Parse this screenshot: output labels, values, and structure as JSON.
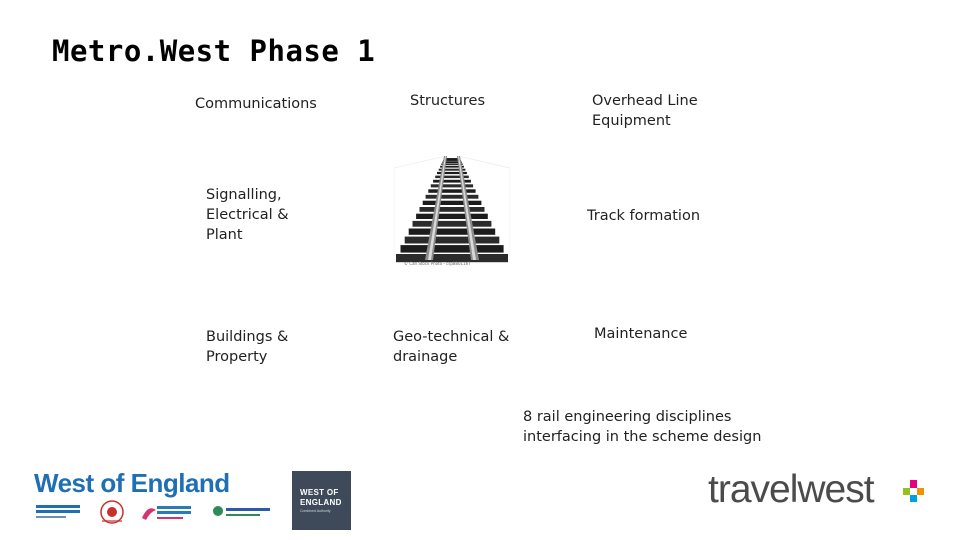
{
  "slide": {
    "title": "Metro.West Phase 1"
  },
  "disciplines": {
    "communications": "Communications",
    "structures": "Structures",
    "overhead_line": "Overhead Line Equipment",
    "signalling": "Signalling, Electrical & Plant",
    "track_formation": "Track formation",
    "buildings": "Buildings & Property",
    "geotechnical": "Geo-technical & drainage",
    "maintenance": "Maintenance"
  },
  "summary": "8 rail engineering disciplines interfacing in the scheme design",
  "image": {
    "subject": "railway-track-photo",
    "credit": "© Can Stock Photo - csp8801167"
  },
  "logos": {
    "west_of_england": {
      "wordmark": "West of England",
      "councils": [
        "Bath & North East Somerset Council",
        "Bristol City Council",
        "North Somerset Council",
        "South Gloucestershire Council"
      ]
    },
    "weca": {
      "line1": "WEST OF",
      "line2": "ENGLAND",
      "sub": "Combined Authority"
    },
    "travelwest": {
      "wordmark": "travelwest",
      "colors": [
        "#e5007e",
        "#f39200",
        "#009fe3",
        "#95c11f"
      ]
    }
  }
}
